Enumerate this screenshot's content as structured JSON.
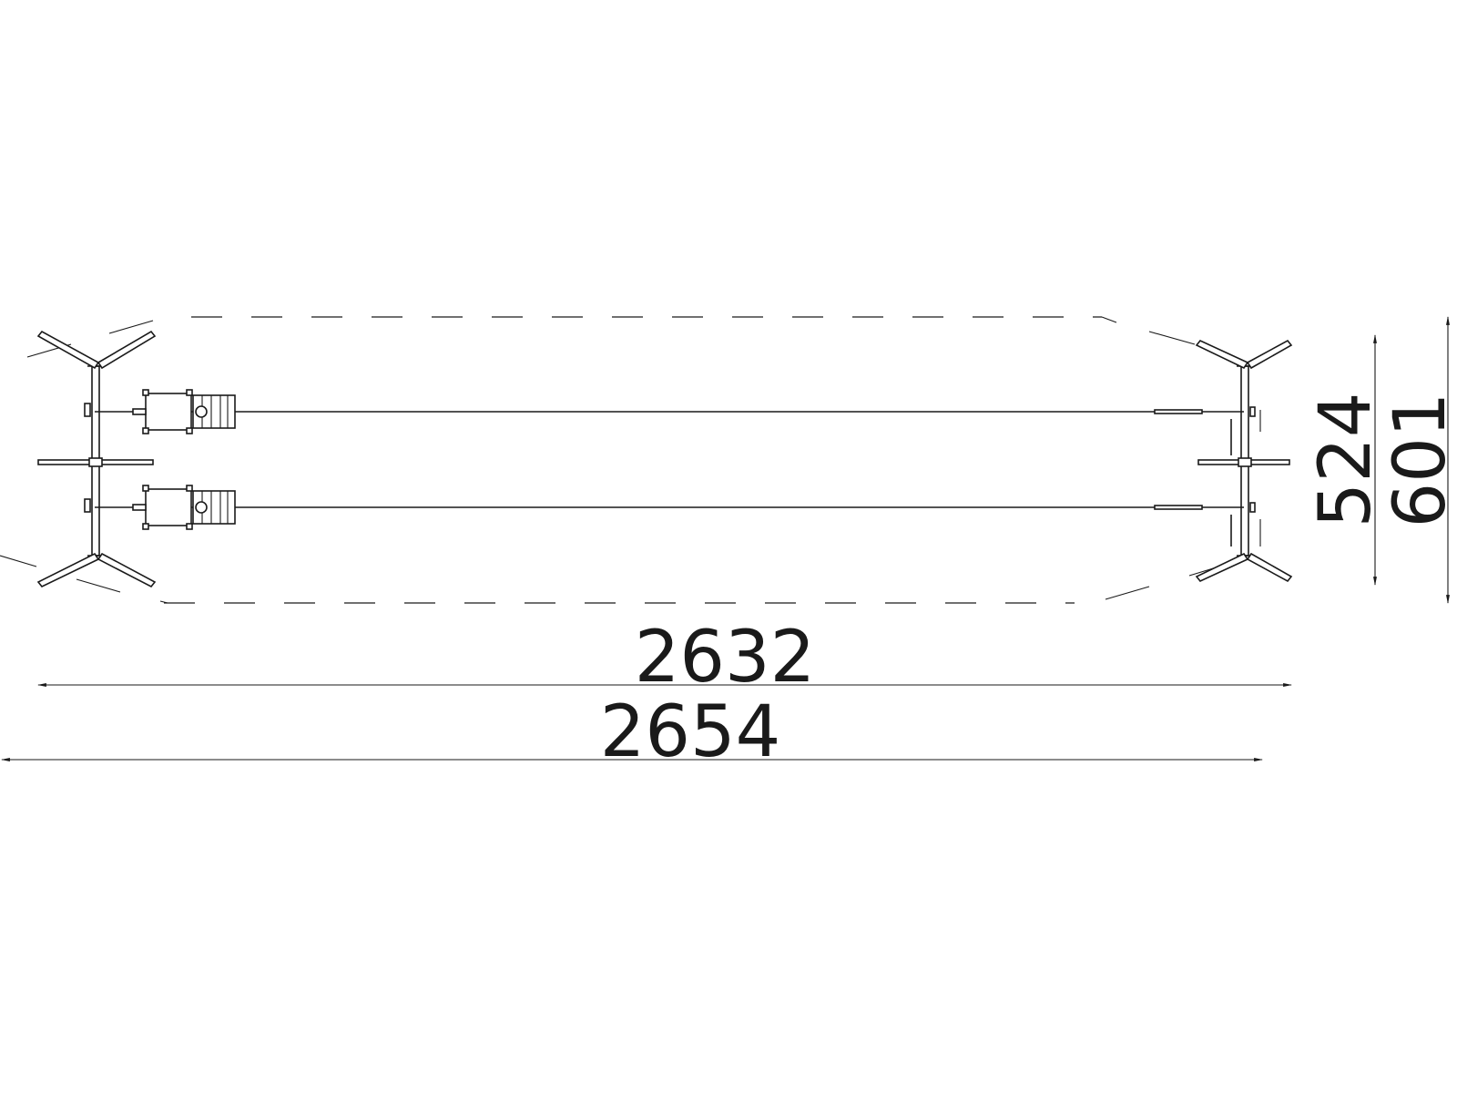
{
  "drawing": {
    "title": "",
    "dimensions": {
      "inner_length": "2632",
      "overall_length": "2654",
      "inner_width": "524",
      "overall_width": "601"
    },
    "line_color": "#1a1a1a",
    "background": "#ffffff"
  }
}
